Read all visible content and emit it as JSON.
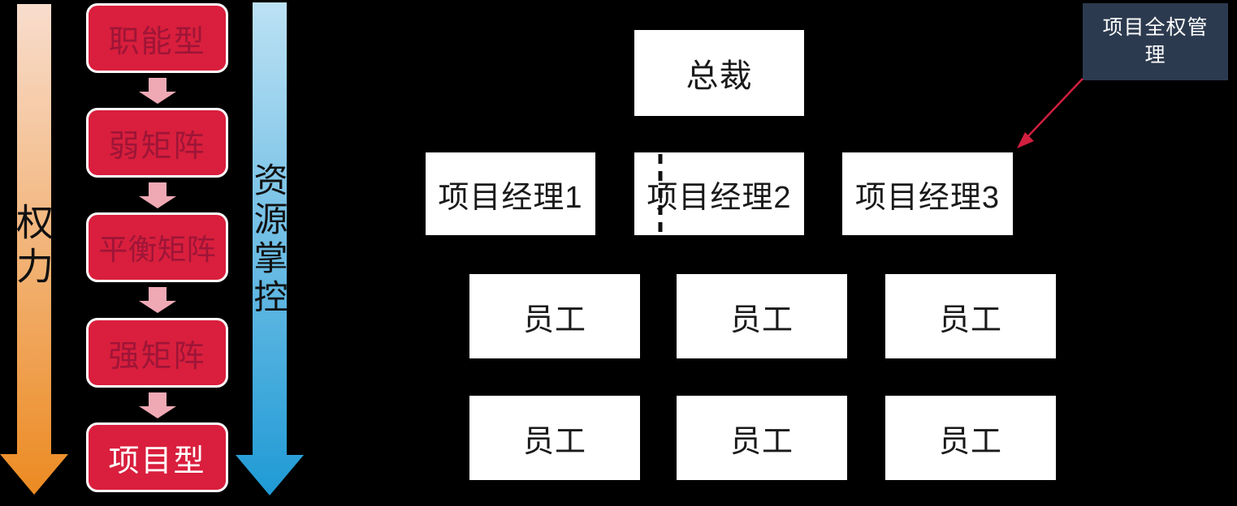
{
  "background_color": "#000000",
  "left_panel": {
    "power_arrow": {
      "label": "权力",
      "gradient_top": "#F8DDCD",
      "gradient_bottom": "#EC8A22",
      "label_color": "#111111"
    },
    "resource_arrow": {
      "label": "资源掌控",
      "gradient_top": "#BCE1F4",
      "gradient_bottom": "#1F9AD5",
      "label_color": "#111111"
    },
    "box_fill": "#D91F3D",
    "box_border": "#FFFFFF",
    "step_arrow_color": "#EFA9B5",
    "flow_boxes": [
      {
        "label": "职能型",
        "text_color": "#9E1537"
      },
      {
        "label": "弱矩阵",
        "text_color": "#9E1537"
      },
      {
        "label": "平衡矩阵",
        "text_color": "#9E1537"
      },
      {
        "label": "强矩阵",
        "text_color": "#9E1537"
      },
      {
        "label": "项目型",
        "text_color": "#FFFFFF"
      }
    ]
  },
  "org_chart": {
    "ceo": {
      "label": "总裁"
    },
    "managers": [
      {
        "label": "项目经理1"
      },
      {
        "label": "项目经理2",
        "dashed_line": true
      },
      {
        "label": "项目经理3"
      }
    ],
    "employee_label": "员工",
    "box_fill": "#FFFFFF",
    "box_text_color": "#1A1A1A",
    "dashed_line_color": "#111111"
  },
  "callout": {
    "label": "项目全权管理",
    "fill": "#2C3A4F",
    "text_color": "#FFFFFF",
    "arrow_color": "#D11F3F"
  }
}
